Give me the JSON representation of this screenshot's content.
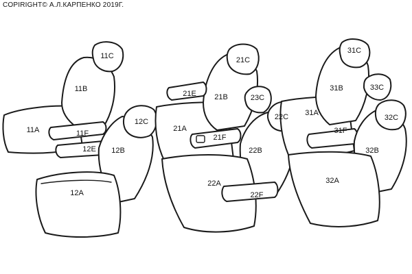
{
  "copyright": "COPIRIGHT© А.Л.КАРПЕНКО 2019Г.",
  "labels": {
    "l11C": "11C",
    "l11B": "11B",
    "l11A": "11A",
    "l11F": "11F",
    "l12E": "12E",
    "l12C": "12C",
    "l12B": "12B",
    "l12A": "12A",
    "l21C": "21C",
    "l21E": "21E",
    "l21B": "21B",
    "l23C": "23C",
    "l21A": "21A",
    "l21F": "21F",
    "l22C": "22C",
    "l22B": "22B",
    "l22A": "22A",
    "l22F": "22F",
    "l31C": "31C",
    "l31B": "31B",
    "l33C": "33C",
    "l31A": "31A",
    "l31F": "31F",
    "l32C": "32C",
    "l32B": "32B",
    "l32A": "32A"
  }
}
